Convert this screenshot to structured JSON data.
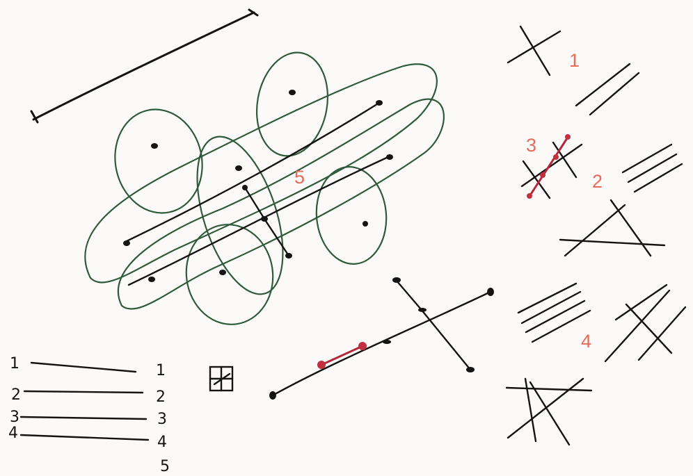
{
  "labels": {
    "n1": "1",
    "n2": "2",
    "n3": "3",
    "n4": "4",
    "n5": "5"
  },
  "handwritten_numbers_left": [
    "1",
    "2",
    "3",
    "4"
  ],
  "handwritten_numbers_right": [
    "1",
    "2",
    "3",
    "4",
    "5"
  ],
  "colors": {
    "ink": "#141414",
    "loops": "#2f5a3c",
    "highlight": "#b4283a",
    "labels": "#e86b5a",
    "paper": "#fbfaf8"
  }
}
